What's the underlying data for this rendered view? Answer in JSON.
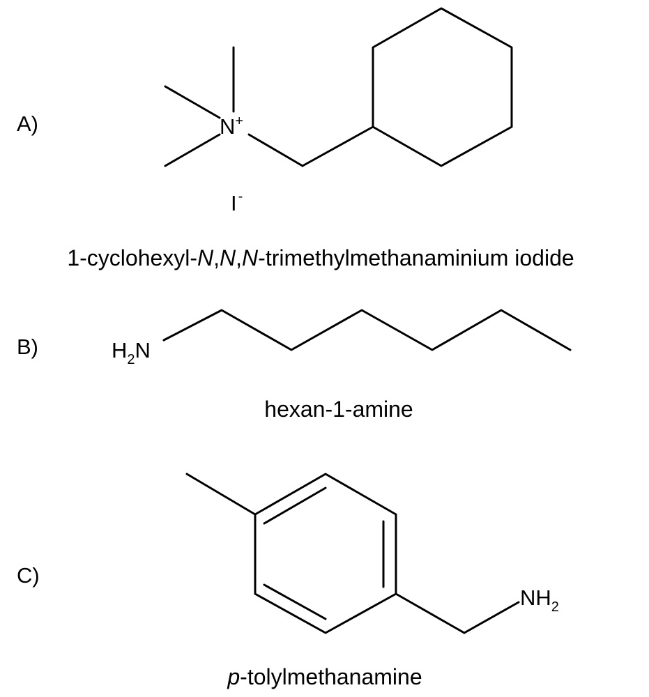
{
  "compounds": [
    {
      "label": "A)",
      "name_parts": [
        {
          "text": "1-cyclohexyl-",
          "italic": false
        },
        {
          "text": "N",
          "italic": true
        },
        {
          "text": ",",
          "italic": false
        },
        {
          "text": "N",
          "italic": true
        },
        {
          "text": ",",
          "italic": false
        },
        {
          "text": "N",
          "italic": true
        },
        {
          "text": "-trimethylmethanaminium iodide",
          "italic": false
        }
      ],
      "atoms": {
        "nitrogen": "N",
        "nitrogen_charge": "+",
        "counterion": "I",
        "counterion_charge": "-"
      }
    },
    {
      "label": "B)",
      "name_parts": [
        {
          "text": "hexan-1-amine",
          "italic": false
        }
      ],
      "atoms": {
        "amine_h": "H",
        "amine_h_sub": "2",
        "amine_n": "N"
      }
    },
    {
      "label": "C)",
      "name_parts": [
        {
          "text": "p",
          "italic": true
        },
        {
          "text": "-tolylmethanamine",
          "italic": false
        }
      ],
      "atoms": {
        "amine": "NH",
        "amine_sub": "2"
      }
    }
  ]
}
